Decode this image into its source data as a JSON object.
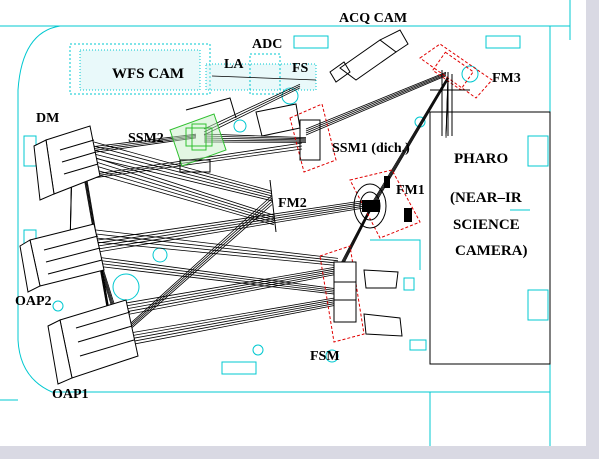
{
  "colors": {
    "outline": "#00c8d0",
    "beam": "#000000",
    "dichroic": "#e00000",
    "ssm2": "#30c030",
    "background": "#ffffff",
    "gutter": "#d9d9e3"
  },
  "labels": {
    "acq_cam": "ACQ CAM",
    "adc": "ADC",
    "wfs_cam": "WFS CAM",
    "la": "LA",
    "fs": "FS",
    "fm3": "FM3",
    "dm": "DM",
    "ssm2": "SSM2",
    "ssm1": "SSM1 (dich.)",
    "pharo": "PHARO",
    "near_ir": "(NEAR–IR",
    "science": "SCIENCE",
    "camera": "CAMERA)",
    "fm2": "FM2",
    "fm1": "FM1",
    "oap2": "OAP2",
    "oap1": "OAP1",
    "fsm": "FSM"
  }
}
